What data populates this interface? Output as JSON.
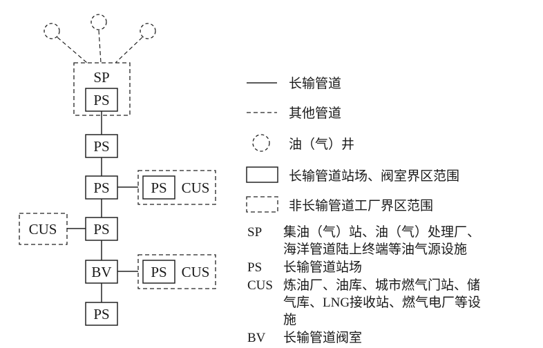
{
  "diagram": {
    "sp_label": "SP",
    "ps_label": "PS",
    "bv_label": "BV",
    "cus_label": "CUS"
  },
  "legend": {
    "items": [
      {
        "symbol": "solid-line",
        "label": "长输管道"
      },
      {
        "symbol": "dashed-line",
        "label": "其他管道"
      },
      {
        "symbol": "dashed-circle",
        "label": "油（气）井"
      },
      {
        "symbol": "solid-rect",
        "label": "长输管道站场、阀室界区范围"
      },
      {
        "symbol": "dashed-rect",
        "label": "非长输管道工厂界区范围"
      }
    ],
    "definitions": [
      {
        "abbr": "SP",
        "desc": "集油（气）站、油（气）处理厂、海洋管道陆上终端等油气源设施"
      },
      {
        "abbr": "PS",
        "desc": "长输管道站场"
      },
      {
        "abbr": "CUS",
        "desc": "炼油厂、油库、城市燃气门站、储气库、LNG接收站、燃气电厂等设施"
      },
      {
        "abbr": "BV",
        "desc": "长输管道阀室"
      }
    ]
  },
  "colors": {
    "line": "#222222",
    "text": "#1a1a1a",
    "background": "#ffffff"
  }
}
